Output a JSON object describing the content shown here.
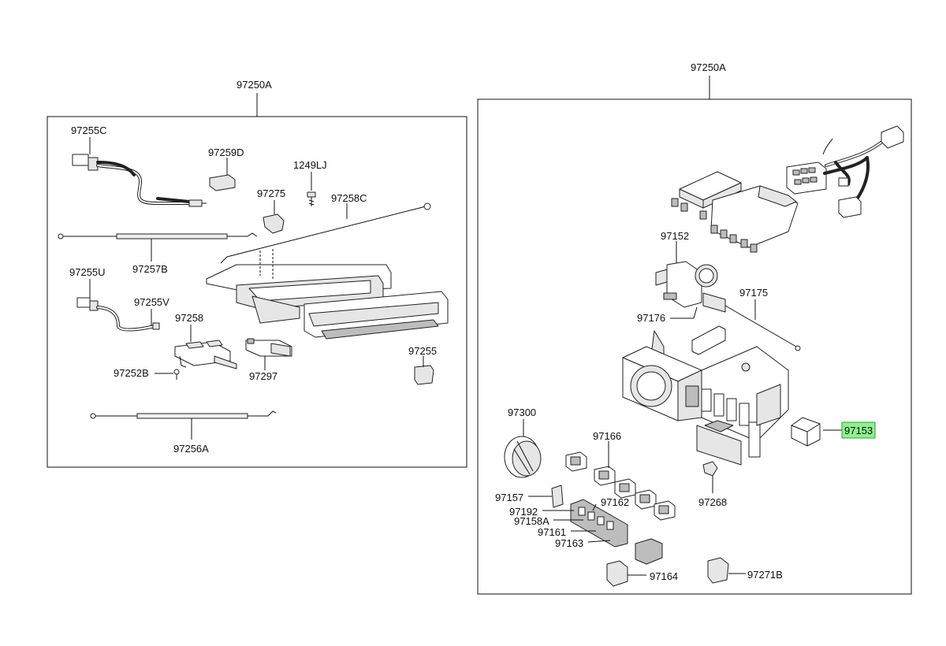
{
  "left_group": {
    "title": "97250A",
    "parts": {
      "p97255C": "97255C",
      "p97259D": "97259D",
      "p1249LJ": "1249LJ",
      "p97275": "97275",
      "p97258C": "97258C",
      "p97257B": "97257B",
      "p97255U": "97255U",
      "p97255V": "97255V",
      "p97258": "97258",
      "p97252B": "97252B",
      "p97297": "97297",
      "p97255": "97255",
      "p97256A": "97256A"
    }
  },
  "right_group": {
    "title": "97250A",
    "parts": {
      "p97152": "97152",
      "p97175": "97175",
      "p97176": "97176",
      "p97153": "97153",
      "p97300": "97300",
      "p97166": "97166",
      "p97157": "97157",
      "p97162": "97162",
      "p97192": "97192",
      "p97158A": "97158A",
      "p97161": "97161",
      "p97163": "97163",
      "p97268": "97268",
      "p97164": "97164",
      "p97271B": "97271B"
    },
    "highlighted_part": "97153",
    "highlight_color": "#8ef08e"
  }
}
